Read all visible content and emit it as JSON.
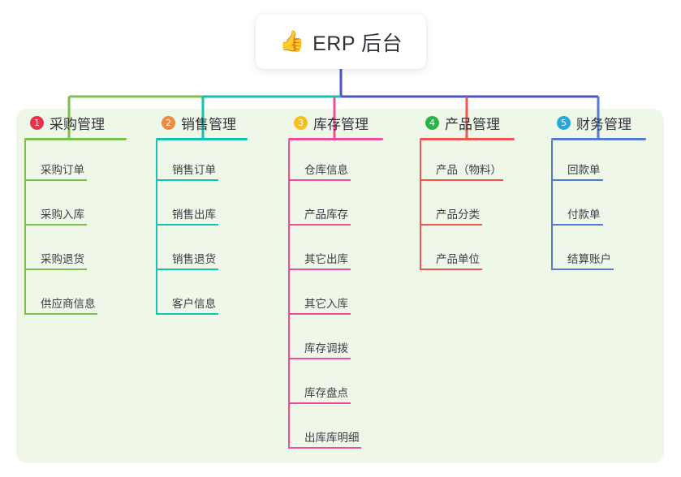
{
  "root": {
    "icon": "thumbs-up-emoji",
    "emoji": "👍",
    "title": "ERP 后台"
  },
  "theme": {
    "page_background": "#ffffff",
    "panel_background": "#eff7e9",
    "card_background": "#ffffff",
    "text_color": "#2f3338",
    "root_stem_color": "#4a56c8"
  },
  "branches": [
    {
      "number": "1",
      "title": "采购管理",
      "badge_color": "#e8334a",
      "line_color": "#7dbf4c",
      "bus_color": "#7dbf4c",
      "items": [
        {
          "label": "采购订单"
        },
        {
          "label": "采购入库"
        },
        {
          "label": "采购退货"
        },
        {
          "label": "供应商信息"
        }
      ]
    },
    {
      "number": "2",
      "title": "销售管理",
      "badge_color": "#f08a3c",
      "line_color": "#14c2b0",
      "bus_color": "#14c2b0",
      "items": [
        {
          "label": "销售订单"
        },
        {
          "label": "销售出库"
        },
        {
          "label": "销售退货"
        },
        {
          "label": "客户信息"
        }
      ]
    },
    {
      "number": "3",
      "title": "库存管理",
      "badge_color": "#f5c11e",
      "line_color": "#ef4d9b",
      "bus_color": "#4a56c8",
      "items": [
        {
          "label": "仓库信息"
        },
        {
          "label": "产品库存"
        },
        {
          "label": "其它出库"
        },
        {
          "label": "其它入库"
        },
        {
          "label": "库存调拨"
        },
        {
          "label": "库存盘点"
        },
        {
          "label": "出库库明细"
        }
      ]
    },
    {
      "number": "4",
      "title": "产品管理",
      "badge_color": "#2cb34a",
      "line_color": "#f0544f",
      "bus_color": "#4a56c8",
      "items": [
        {
          "label": "产品（物料）"
        },
        {
          "label": "产品分类"
        },
        {
          "label": "产品单位"
        }
      ]
    },
    {
      "number": "5",
      "title": "财务管理",
      "badge_color": "#29a8e0",
      "line_color": "#5578d0",
      "bus_color": "#4a56c8",
      "items": [
        {
          "label": "回款单"
        },
        {
          "label": "付款单"
        },
        {
          "label": "结算账户"
        }
      ]
    }
  ]
}
